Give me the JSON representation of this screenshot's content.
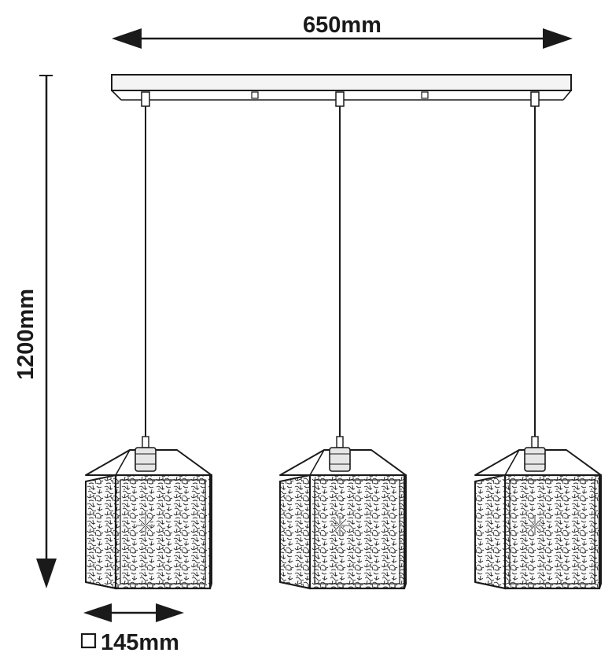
{
  "dimensions": {
    "width_label": "650mm",
    "height_label": "1200mm",
    "shade_label": "145mm"
  },
  "shade_symbol": "square-icon",
  "fixture": {
    "pendant_count": 3
  },
  "colors": {
    "line": "#1a1a1a",
    "canopy_fill": "#f4f4f4",
    "pattern": "#2a2a2a"
  }
}
